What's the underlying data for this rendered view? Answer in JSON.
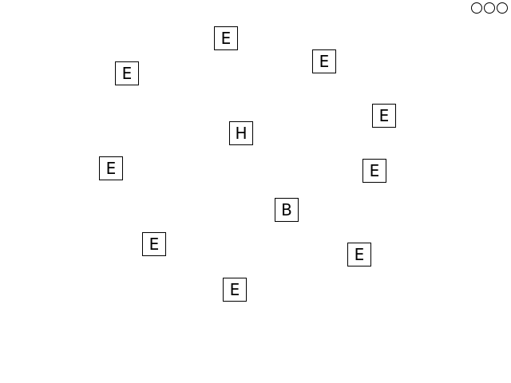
{
  "lives": {
    "count": 3
  },
  "tiles": [
    {
      "id": "e1",
      "label": "E"
    },
    {
      "id": "e2",
      "label": "E"
    },
    {
      "id": "e3",
      "label": "E"
    },
    {
      "id": "h1",
      "label": "H"
    },
    {
      "id": "e4",
      "label": "E"
    },
    {
      "id": "e5",
      "label": "E"
    },
    {
      "id": "e6",
      "label": "E"
    },
    {
      "id": "b1",
      "label": "B"
    },
    {
      "id": "e7",
      "label": "E"
    },
    {
      "id": "e8",
      "label": "E"
    },
    {
      "id": "e9",
      "label": "E"
    }
  ]
}
